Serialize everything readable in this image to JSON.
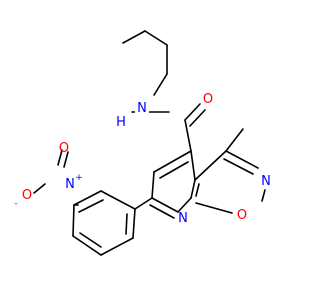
{
  "molecule": {
    "atoms": {
      "amide_n": {
        "text": "N"
      },
      "amide_h": {
        "text": "H"
      },
      "amide_o": {
        "text": "O"
      },
      "nitro_n": {
        "text": "N"
      },
      "nitro_n_charge": {
        "text": "+"
      },
      "nitro_o_single": {
        "text": "O"
      },
      "nitro_o_minus": {
        "text": "-"
      },
      "nitro_o_double": {
        "text": "O"
      },
      "pyridine_n": {
        "text": "N"
      },
      "isoxazole_n": {
        "text": "N"
      },
      "isoxazole_o": {
        "text": "O"
      }
    },
    "colors": {
      "carbon_bond": "#000000",
      "nitrogen": "#0000ff",
      "oxygen": "#ff0000"
    }
  }
}
